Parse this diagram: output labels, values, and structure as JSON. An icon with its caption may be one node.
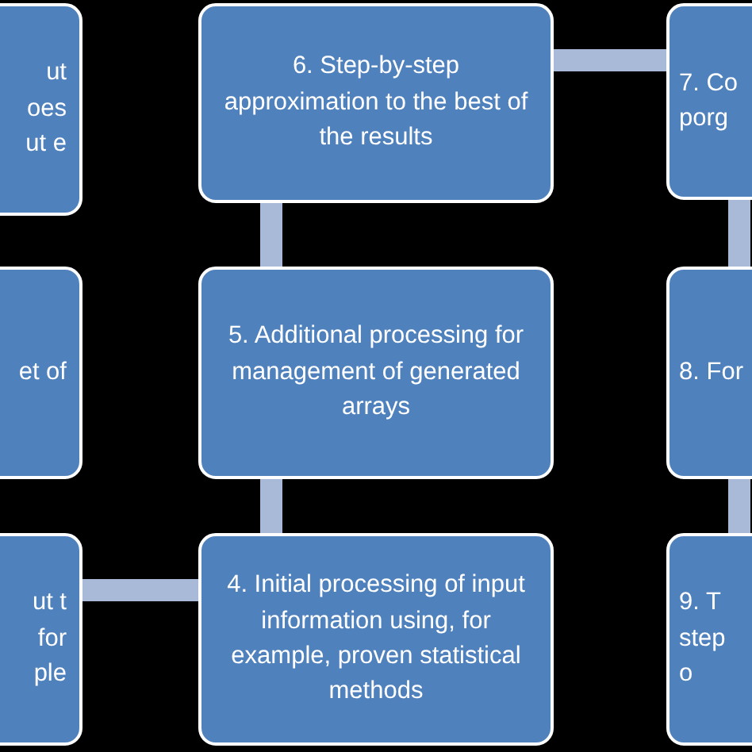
{
  "diagram": {
    "nodes": [
      {
        "text": [
          "ut oes ut e"
        ]
      },
      {
        "text": [
          "et of"
        ]
      },
      {
        "text": [
          "ut t for ple"
        ]
      },
      {
        "text": [
          "4. Initial processing of input information using, for example, proven statistical methods"
        ]
      },
      {
        "text": [
          "5. Additional processing for management of generated arrays"
        ]
      },
      {
        "text": [
          "6. Step-by-step approximation to the best of the results"
        ]
      },
      {
        "text": [
          "7. Co porg"
        ]
      },
      {
        "text": [
          "8. For"
        ]
      },
      {
        "text": [
          "9. T step o"
        ]
      }
    ],
    "edges": [
      {
        "from": 2,
        "to": 3,
        "arrow": "none"
      },
      {
        "from": 3,
        "to": 4,
        "arrow": "none"
      },
      {
        "from": 4,
        "to": 5,
        "arrow": "none"
      },
      {
        "from": 5,
        "to": 6,
        "arrow": "none"
      },
      {
        "from": 6,
        "to": 7,
        "arrow": "none"
      },
      {
        "from": 7,
        "to": 8,
        "arrow": "none"
      }
    ]
  }
}
